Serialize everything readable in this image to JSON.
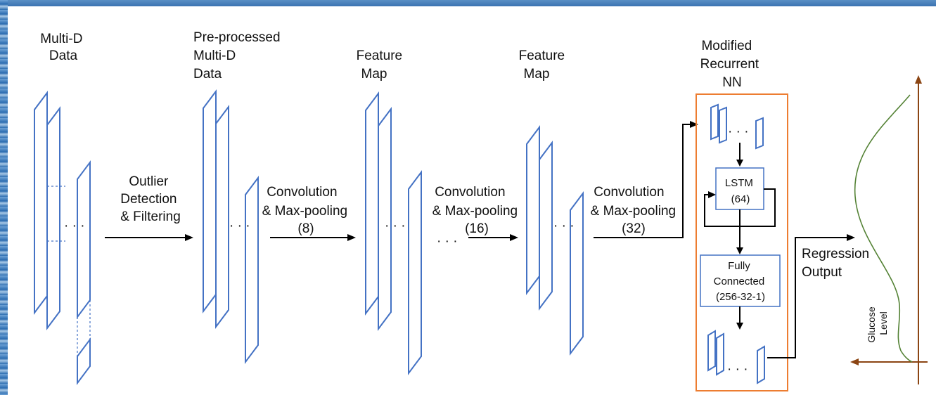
{
  "stages": [
    {
      "key": "input",
      "lines": [
        "Multi-D",
        "Data"
      ]
    },
    {
      "key": "preprocessed",
      "lines": [
        "Pre-processed",
        "Multi-D",
        "Data"
      ]
    },
    {
      "key": "feature_map_1",
      "lines": [
        "Feature",
        "Map"
      ]
    },
    {
      "key": "feature_map_2",
      "lines": [
        "Feature",
        "Map"
      ]
    },
    {
      "key": "rnn",
      "lines": [
        "Modified",
        "Recurrent",
        "NN"
      ]
    }
  ],
  "transitions": [
    {
      "key": "outlier",
      "lines": [
        "Outlier",
        "Detection",
        "& Filtering"
      ]
    },
    {
      "key": "conv1",
      "lines": [
        "Convolution",
        "& Max-pooling",
        "(8)"
      ]
    },
    {
      "key": "conv2",
      "lines": [
        "Convolution",
        "& Max-pooling",
        "(16)"
      ]
    },
    {
      "key": "conv3",
      "lines": [
        "Convolution",
        "& Max-pooling",
        "(32)"
      ]
    }
  ],
  "rnn_blocks": {
    "lstm": [
      "LSTM",
      "(64)"
    ],
    "fully_connected": [
      "Fully",
      "Connected",
      "(256-32-1)"
    ]
  },
  "output": {
    "label": [
      "Regression",
      "Output"
    ],
    "axis_label": [
      "Glucose",
      "Level"
    ]
  },
  "ellipsis": "· · ·",
  "colors": {
    "plane": "#4472c4",
    "rnn_frame": "#ed7d31",
    "axis": "#8b4513",
    "curve": "#548235",
    "arrow": "#000000"
  }
}
